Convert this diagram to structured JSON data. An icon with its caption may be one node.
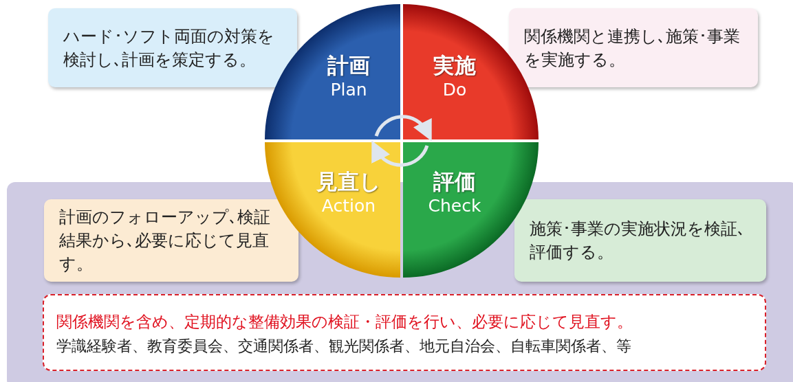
{
  "diagram": {
    "nodes": [
      {
        "text": [
          "ハード･ソフト両面の対策を検討し､計画を策定する。"
        ]
      },
      {
        "text": [
          "関係機関と連携し､施策･事業を実施する。"
        ]
      },
      {
        "text": [
          "計画",
          "Plan"
        ]
      },
      {
        "text": [
          "実施",
          "Do"
        ]
      },
      {
        "text": [
          "見直し",
          "Action"
        ]
      },
      {
        "text": [
          "評価",
          "Check"
        ]
      },
      {
        "text": [
          "計画のフォローアップ､検証結果から､必要に応じて見直す。"
        ]
      },
      {
        "text": [
          "施策･事業の実施状況を検証､評価する。"
        ]
      },
      {
        "text": [
          "関係機関を含め、定期的な整備効果の検証・評価を行い、必要に応じて見直す。",
          "学識経験者、教育委員会、交通関係者、観光関係者、地元自治会、自転車関係者、等"
        ]
      }
    ],
    "edges": [
      {
        "from": 2,
        "to": 3,
        "arrow": "to"
      },
      {
        "from": 5,
        "to": 4,
        "arrow": "to"
      }
    ]
  }
}
